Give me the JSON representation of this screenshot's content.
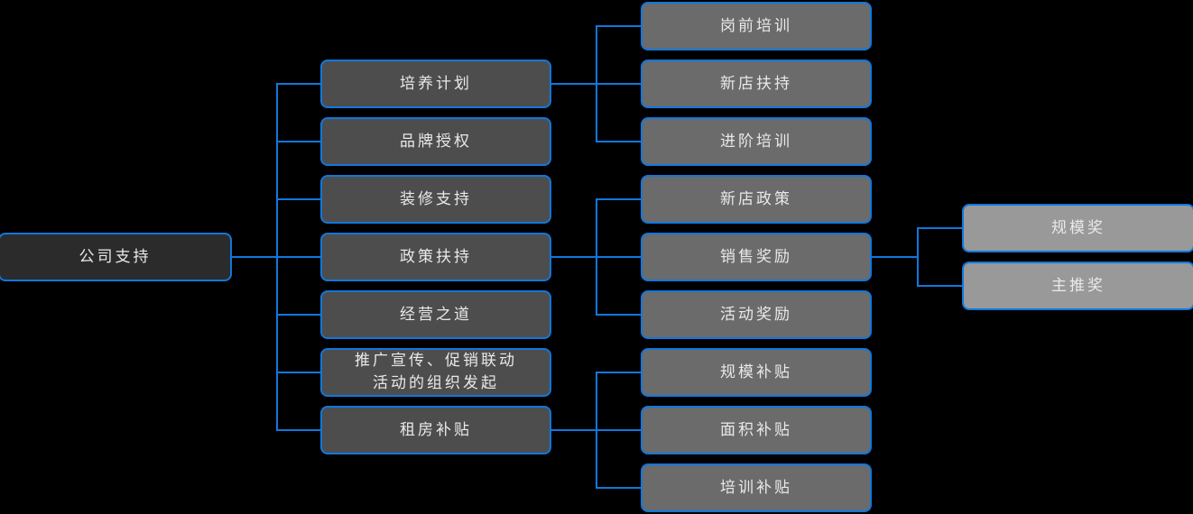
{
  "diagram": {
    "title": "公司支持",
    "type": "org-tree",
    "background_color": "#000000",
    "connector_color": "#1177dd",
    "text_color": "#e9e9e9",
    "levels": [
      {
        "level": 1,
        "fill": "#2b2b2b"
      },
      {
        "level": 2,
        "fill": "#4d4d4d"
      },
      {
        "level": 3,
        "fill": "#6b6b6b"
      },
      {
        "level": 4,
        "fill": "#999999"
      }
    ]
  },
  "nodes": {
    "root": {
      "label": "公司支持"
    },
    "level2": [
      {
        "label": "培养计划"
      },
      {
        "label": "品牌授权"
      },
      {
        "label": "装修支持"
      },
      {
        "label": "政策扶持"
      },
      {
        "label": "经营之道"
      },
      {
        "label": "推广宣传、促销联动\n活动的组织发起"
      },
      {
        "label": "租房补贴"
      }
    ],
    "level3": [
      {
        "label": "岗前培训",
        "parent": "培养计划"
      },
      {
        "label": "新店扶持",
        "parent": "培养计划"
      },
      {
        "label": "进阶培训",
        "parent": "培养计划"
      },
      {
        "label": "新店政策",
        "parent": "政策扶持"
      },
      {
        "label": "销售奖励",
        "parent": "政策扶持"
      },
      {
        "label": "活动奖励",
        "parent": "政策扶持"
      },
      {
        "label": "规模补贴",
        "parent": "租房补贴"
      },
      {
        "label": "面积补贴",
        "parent": "租房补贴"
      },
      {
        "label": "培训补贴",
        "parent": "租房补贴"
      }
    ],
    "level4": [
      {
        "label": "规模奖",
        "parent": "销售奖励"
      },
      {
        "label": "主推奖",
        "parent": "销售奖励"
      }
    ]
  }
}
